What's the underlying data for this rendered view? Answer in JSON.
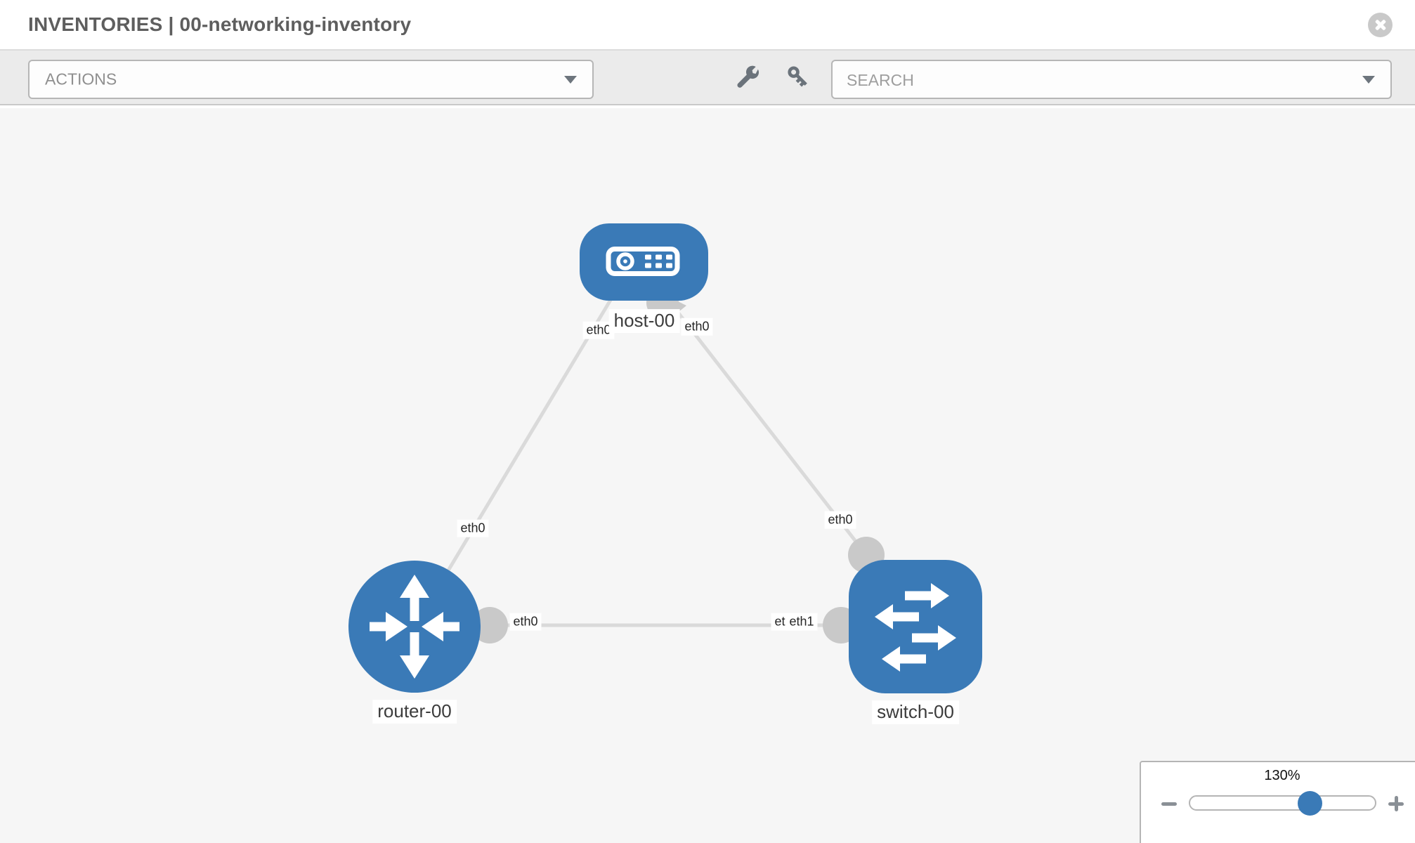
{
  "header": {
    "title": "INVENTORIES | 00-networking-inventory",
    "close_icon": "circle-x"
  },
  "toolbar": {
    "actions_label": "ACTIONS",
    "search_placeholder": "SEARCH",
    "icons": [
      "wrench-icon",
      "key-icon",
      "caret-down-icon"
    ]
  },
  "topology": {
    "nodes": [
      {
        "label": "host-00",
        "type": "host",
        "icon": "server-icon"
      },
      {
        "label": "router-00",
        "type": "router",
        "icon": "router-arrows-icon"
      },
      {
        "label": "switch-00",
        "type": "switch",
        "icon": "switch-arrows-icon"
      }
    ],
    "links": [
      {
        "from": "router-00",
        "to": "host-00",
        "from_interface": "eth0",
        "to_interface": "eth0"
      },
      {
        "from": "switch-00",
        "to": "host-00",
        "from_interface": "eth0",
        "to_interface": "eth0"
      },
      {
        "from": "router-00",
        "to": "switch-00",
        "from_interface": "eth0",
        "to_interface": "eth1",
        "overlapped_interface": "eth0"
      }
    ]
  },
  "zoom_control": {
    "level": "130%"
  },
  "colors": {
    "node_blue": "#3a7ab7",
    "link_gray": "#dadada",
    "connector_gray": "#c9c9c9",
    "toolbar_icon_gray": "#6b737b",
    "canvas_bg": "#f6f6f6"
  }
}
